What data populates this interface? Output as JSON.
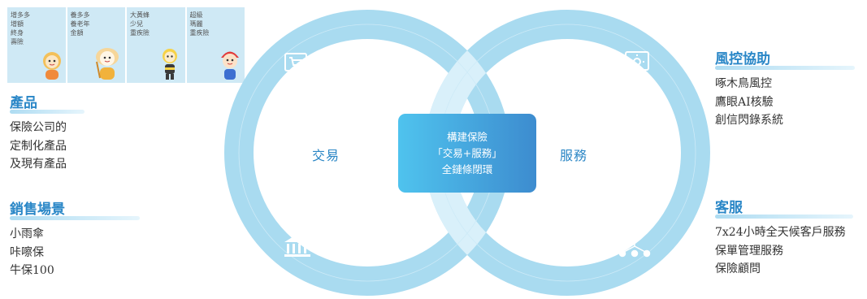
{
  "products": [
    {
      "lines": [
        "增多多",
        "增額",
        "終身",
        "壽險"
      ]
    },
    {
      "lines": [
        "養多多",
        "養老年",
        "金額"
      ]
    },
    {
      "lines": [
        "大黃蜂",
        "少兒",
        "重疾險"
      ]
    },
    {
      "lines": [
        "超級",
        "瑪麗",
        "重疾險"
      ]
    }
  ],
  "left_sections": [
    {
      "title": "產品",
      "lines": [
        "保險公司的",
        "定制化產品",
        "及現有產品"
      ]
    },
    {
      "title": "銷售場景",
      "lines": [
        "小雨傘",
        "咔嚓保",
        "牛保100"
      ]
    }
  ],
  "right_sections": [
    {
      "title": "風控協助",
      "lines": [
        "啄木鳥風控",
        "鷹眼AI核驗",
        "創信閃錄系統"
      ]
    },
    {
      "title": "客服",
      "lines": [
        "7x24小時全天候客戶服務",
        "保單管理服務",
        "保險顧問"
      ]
    }
  ],
  "diagram": {
    "left_label": "交易",
    "right_label": "服務",
    "center_lines": [
      "構建保險",
      "「交易+服務」",
      "全鏈條閉環"
    ]
  },
  "colors": {
    "accent": "#2a87c7",
    "ring": "#9fd6ee",
    "ring_light": "#d4eef8",
    "center_gradient_start": "#4fc3ee",
    "center_gradient_end": "#3d8ccf",
    "card_bg": "#cfe9f5"
  },
  "icons": [
    "cart-screen-icon",
    "bank-icon",
    "monitor-alert-icon",
    "network-icon"
  ]
}
